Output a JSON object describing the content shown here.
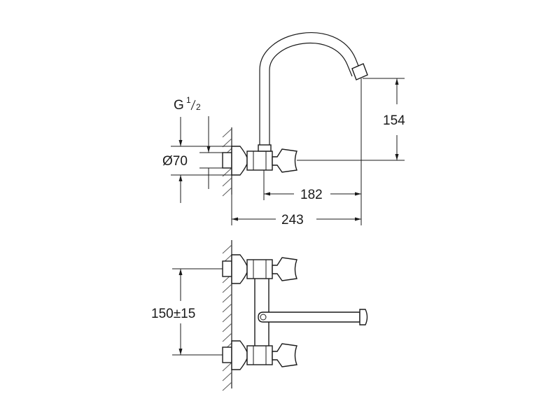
{
  "dimensions": {
    "thread_prefix": "G",
    "thread_num": "1",
    "thread_den": "2",
    "diameter": "Ø70",
    "height": "154",
    "reach": "182",
    "total_depth": "243",
    "spacing": "150±15"
  },
  "colors": {
    "line": "#1a1a1a",
    "background": "#ffffff"
  }
}
